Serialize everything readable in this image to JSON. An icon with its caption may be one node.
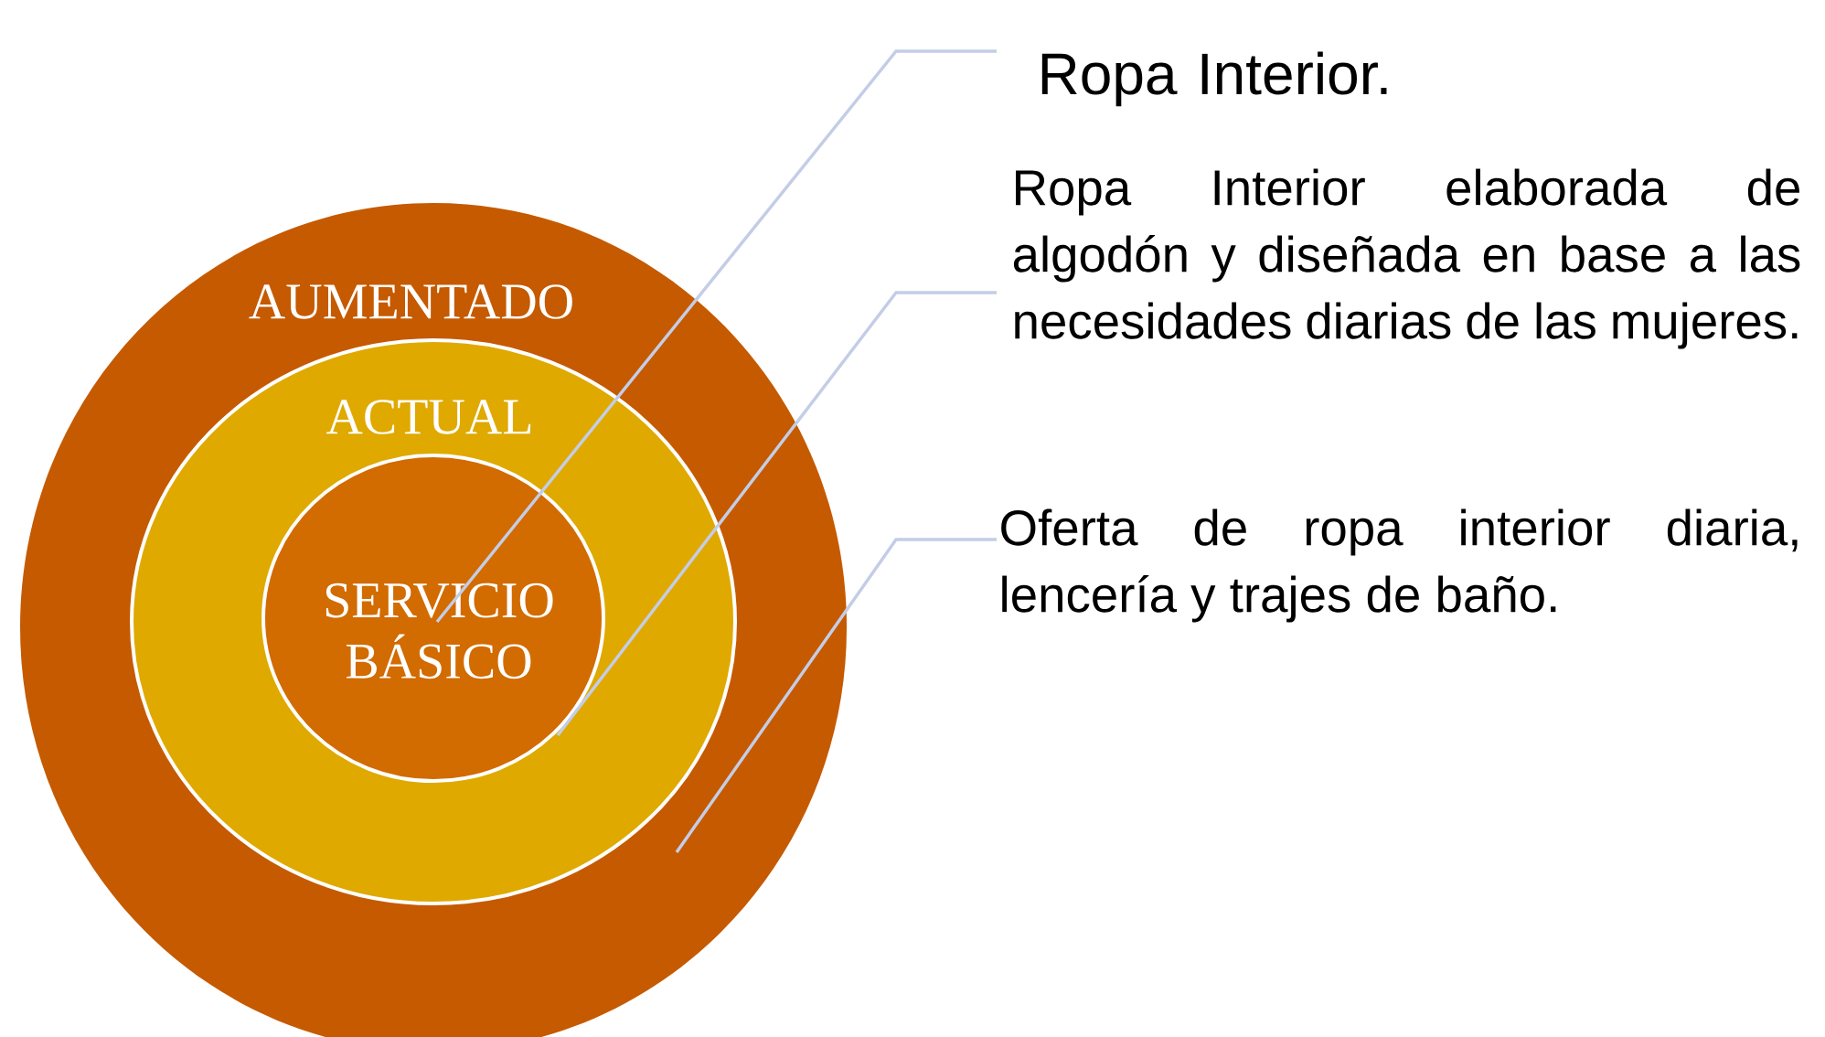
{
  "diagram": {
    "nodes": [
      {
        "text": [
          "AUMENTADO"
        ]
      },
      {
        "text": [
          "ACTUAL"
        ],
        "in": 0
      },
      {
        "text": [
          "SERVICIO BÁSICO"
        ],
        "in": 1
      },
      {
        "text": [
          "Ropa Interior."
        ]
      },
      {
        "text": [
          "Ropa Interior elaborada de algodón y diseñada en base a las necesidades diarias de las mujeres."
        ]
      },
      {
        "text": [
          "Oferta de ropa interior diaria, lencería y trajes de baño."
        ]
      }
    ],
    "edges": [
      {
        "from": 3,
        "to": 2,
        "arrow": "none"
      },
      {
        "from": 4,
        "to": 1,
        "arrow": "none"
      },
      {
        "from": 5,
        "to": 0,
        "arrow": "none"
      }
    ]
  }
}
